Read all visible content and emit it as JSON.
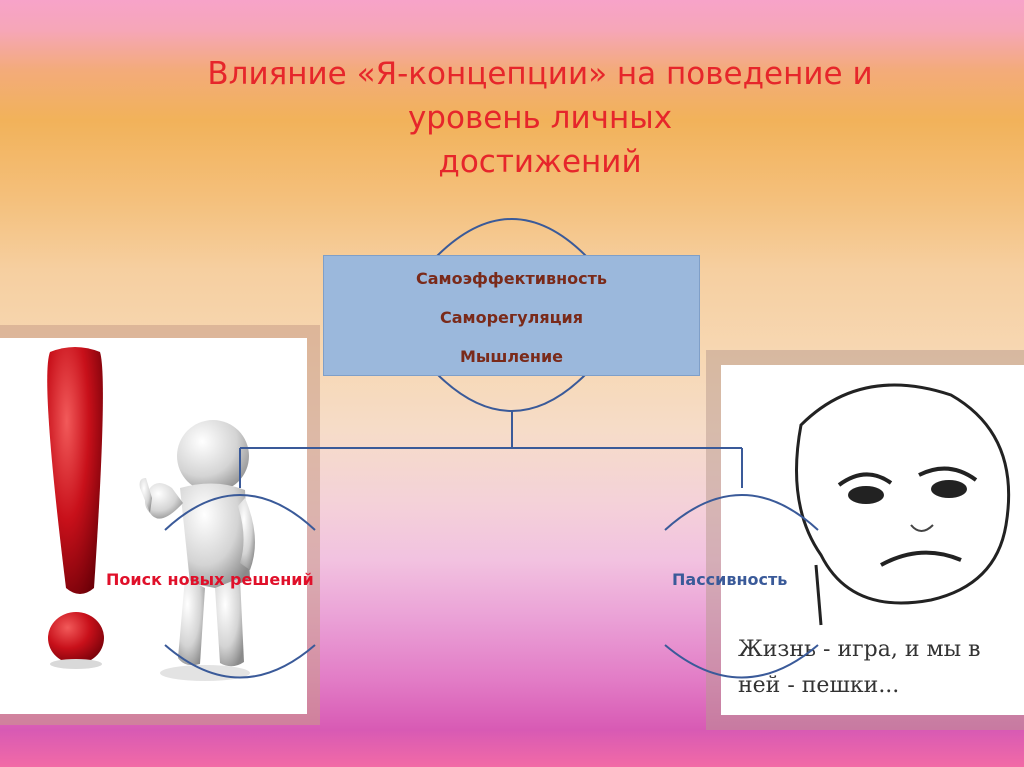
{
  "title": {
    "line1": "Влияние «Я-концепции» на поведение и",
    "line2": "уровень личных",
    "line3": "достижений"
  },
  "top_box": {
    "items": [
      "Самоэффективность",
      "Саморегуляция",
      "Мышление"
    ]
  },
  "left_node": {
    "label": "Поиск новых решений"
  },
  "right_node": {
    "label": "Пассивность"
  },
  "right_image": {
    "caption_line1": "Жизнь - игра, и мы в",
    "caption_line2": "ней - пешки..."
  },
  "colors": {
    "title": "#e6262b",
    "top_box_fill": "#9bb8dc",
    "box_text": "#7a2a1a",
    "connector": "#3a5a99",
    "left_label": "#e0102a",
    "right_label": "#3a5a99"
  },
  "icons": [
    "exclamation-mark-icon",
    "thumbs-up-figure-icon",
    "meme-face-icon"
  ]
}
